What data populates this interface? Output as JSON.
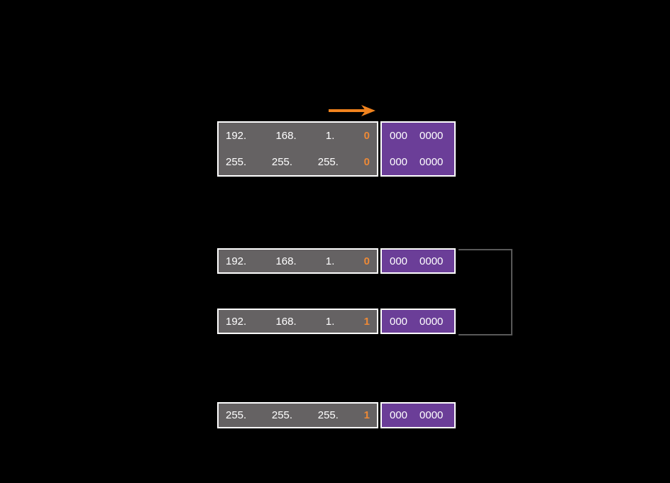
{
  "colors": {
    "background": "#000000",
    "box_gray": "#656263",
    "box_purple": "#6B3E98",
    "border_white": "#FFFFFF",
    "octet_highlight_orange": "#ED8936",
    "arrow_orange": "#F0831E",
    "bracket_gray": "#595959",
    "text_white": "#FFFFFF"
  },
  "icons": {
    "arrow": "right-arrow-icon"
  },
  "top_table": {
    "address_row": {
      "o1": "192.",
      "o2": "168.",
      "o3": "1.",
      "o4": "0",
      "b1": "000",
      "b2": "0000"
    },
    "mask_row": {
      "o1": "255.",
      "o2": "255.",
      "o3": "255.",
      "o4": "0",
      "b1": "000",
      "b2": "0000"
    }
  },
  "subnet_rows": [
    {
      "o1": "192.",
      "o2": "168.",
      "o3": "1.",
      "o4": "0",
      "b1": "000",
      "b2": "0000"
    },
    {
      "o1": "192.",
      "o2": "168.",
      "o3": "1.",
      "o4": "1",
      "b1": "000",
      "b2": "0000"
    }
  ],
  "new_mask_row": {
    "o1": "255.",
    "o2": "255.",
    "o3": "255.",
    "o4": "1",
    "b1": "000",
    "b2": "0000"
  }
}
